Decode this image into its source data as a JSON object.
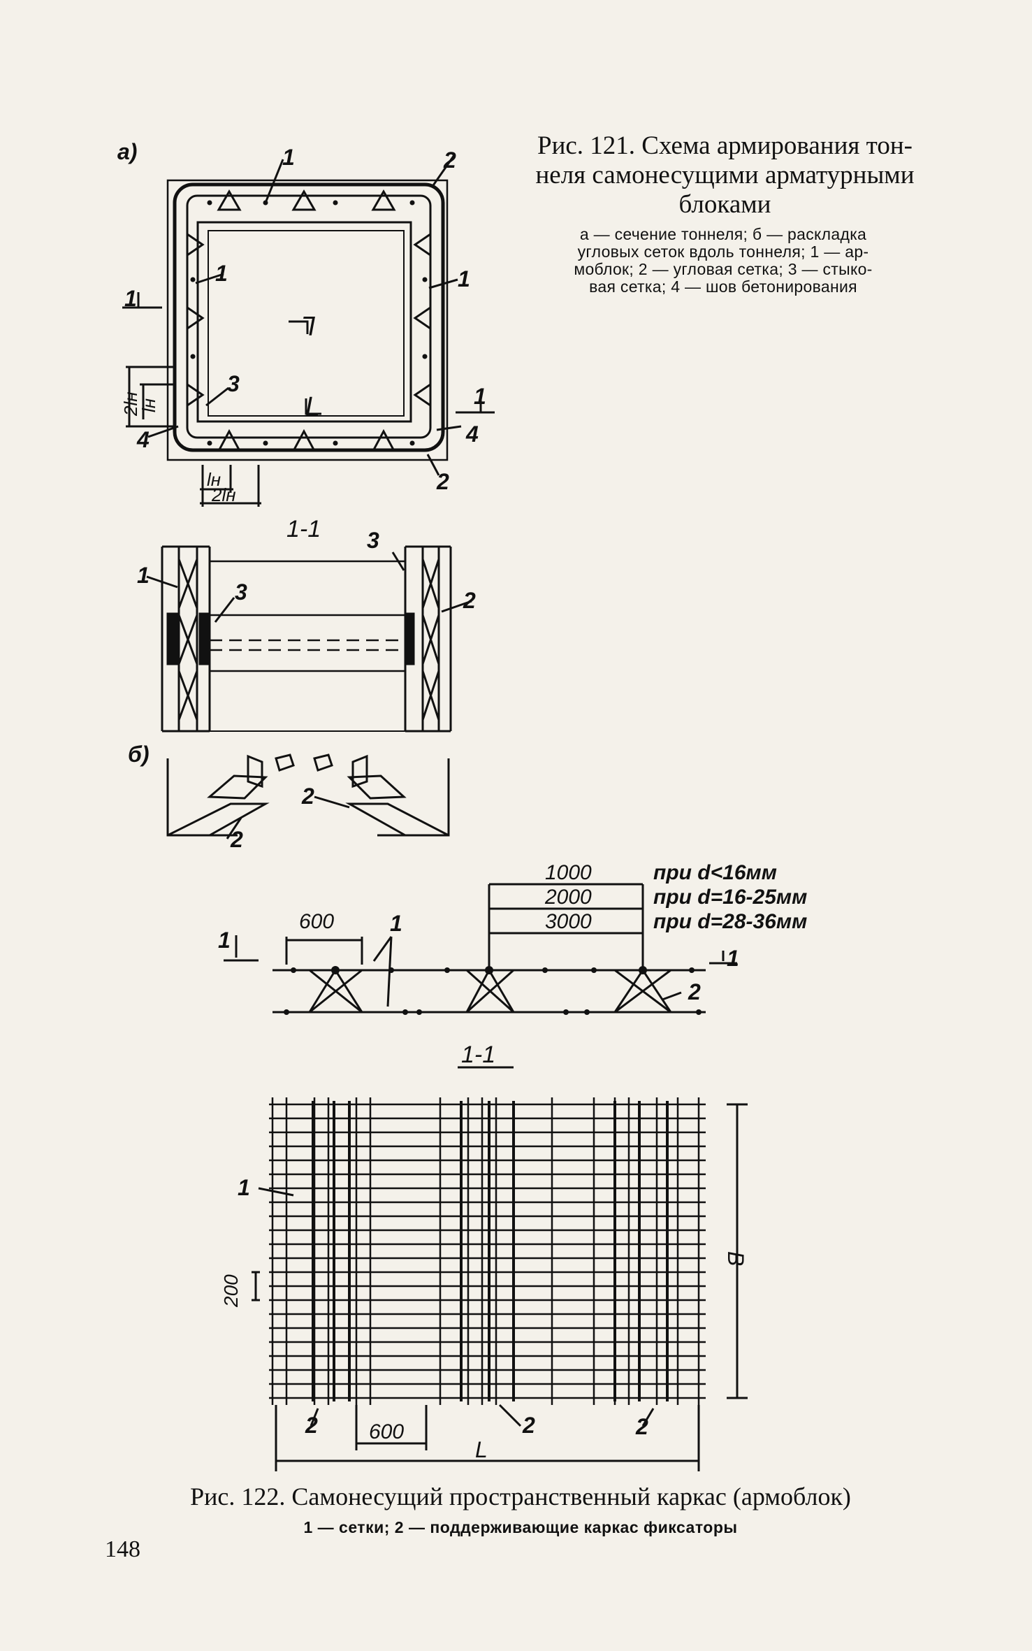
{
  "fig121": {
    "title_line1": "Рис. 121. Схема армирования тон-",
    "title_line2": "неля самонесущими арматурными",
    "title_line3": "блоками",
    "legend_line1": "а — сечение тоннеля; б — раскладка",
    "legend_line2": "угловых сеток вдоль тоннеля; 1 — ар-",
    "legend_line3": "моблок; 2 — угловая сетка; 3 — стыко-",
    "legend_line4": "вая сетка; 4 — шов бетонирования",
    "panel_a": "а)",
    "panel_b": "б)",
    "section": "1-1",
    "n1": "1",
    "n2": "2",
    "n3": "3",
    "n4": "4",
    "dim_2ln": "2lн",
    "dim_ln": "lн",
    "l_mark": "L",
    "gamma_mark": "ᒣ"
  },
  "fig122": {
    "title": "Рис. 122. Самонесущий пространственный каркас (армоблок)",
    "legend": "1 — сетки; 2 — поддерживающие каркас фиксаторы",
    "section": "1-1",
    "spacings": [
      {
        "length": "1000",
        "cond": "при d<16мм"
      },
      {
        "length": "2000",
        "cond": "при d=16-25мм"
      },
      {
        "length": "3000",
        "cond": "при d=28-36мм"
      }
    ],
    "dim_600": "600",
    "dim_200": "200",
    "dim_B": "B",
    "dim_L": "L"
  },
  "page_number": "148"
}
